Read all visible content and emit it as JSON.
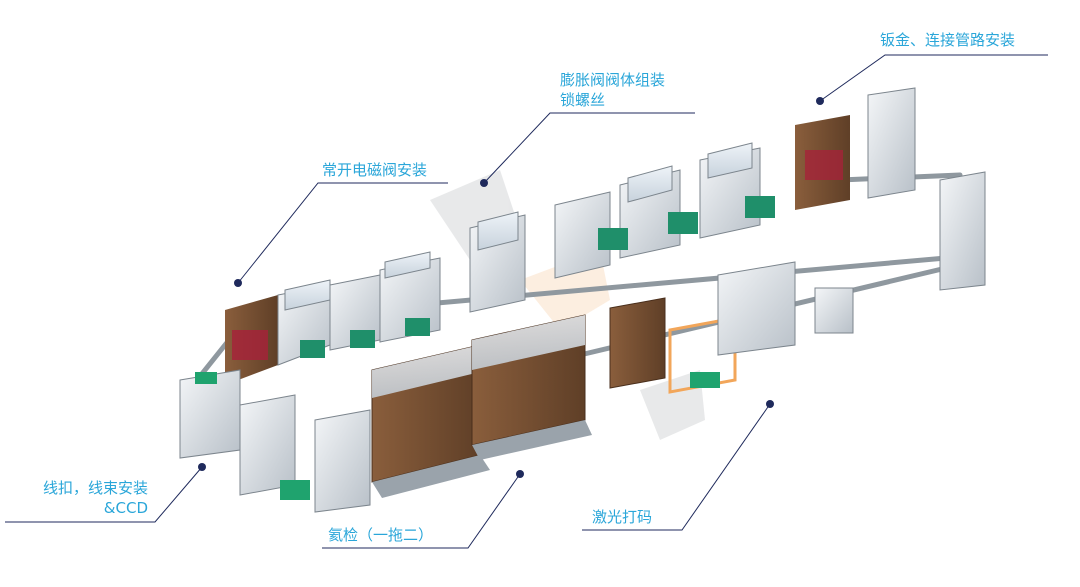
{
  "callouts": {
    "sheet_metal": "钣金、连接管路安装",
    "expansion_valve_line1": "膨胀阀阀体组装",
    "expansion_valve_line2": "锁螺丝",
    "normally_open_valve": "常开电磁阀安装",
    "wire_clip_line1": "线扣，线束安装",
    "wire_clip_line2": "&CCD",
    "helium_check": "氦检（一拖二）",
    "laser_marking": "激光打码"
  },
  "colors": {
    "label": "#2aa6d9",
    "leader_line": "#1f2a5c",
    "frame": "#c9d0d6",
    "brown_panel": "#7a5236",
    "green_panel": "#1f8f6a",
    "glass": "#e8eef4",
    "watermark": "#9aa0a6",
    "orange_accent": "#f2a65a"
  }
}
